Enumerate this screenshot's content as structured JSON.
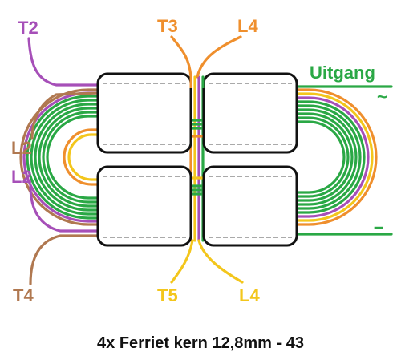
{
  "colors": {
    "purple": "#a64fb8",
    "brown": "#b07850",
    "orange": "#ef8f2d",
    "yellow": "#f3c61c",
    "green": "#2aa845",
    "core_stroke": "#111111",
    "caption": "#111111"
  },
  "labels": {
    "t2": "T2",
    "t3": "T3",
    "l4_top": "L4",
    "uitgang": "Uitgang",
    "tilde": "~",
    "l2_brown": "L2",
    "l2_purple": "L2",
    "minus": "–",
    "t4": "T4",
    "t5": "T5",
    "l4_bottom": "L4"
  },
  "caption": "4x Ferriet kern 12,8mm - 43",
  "cores": [
    "core-top-left",
    "core-top-right",
    "core-bottom-left",
    "core-bottom-right"
  ]
}
